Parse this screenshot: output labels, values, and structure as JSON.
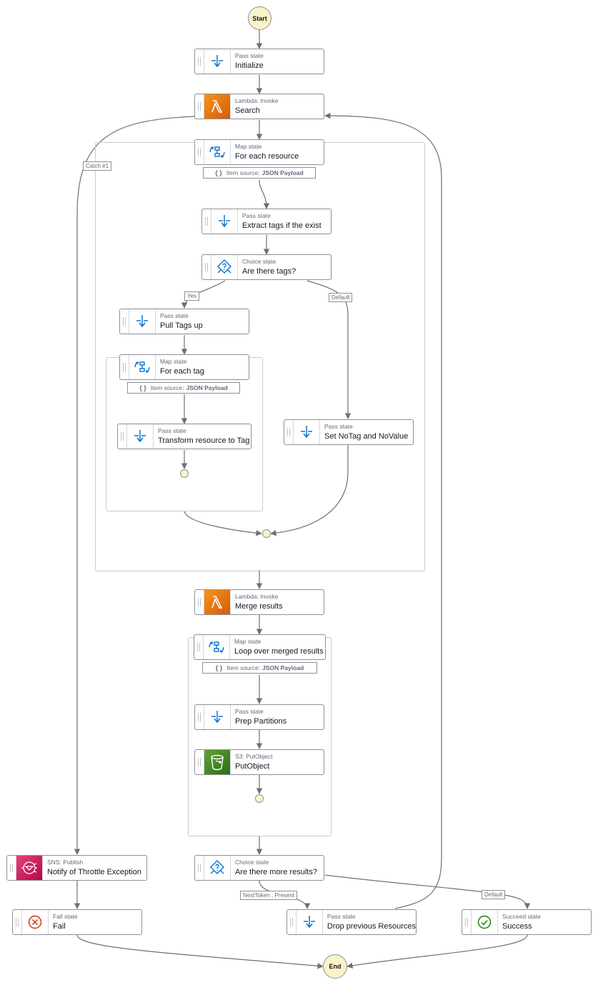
{
  "start_label": "Start",
  "end_label": "End",
  "states": {
    "initialize": {
      "type": "Pass state",
      "name": "Initialize"
    },
    "search": {
      "type": "Lambda: Invoke",
      "name": "Search"
    },
    "for_each_resource": {
      "type": "Map state",
      "name": "For each resource"
    },
    "extract_tags": {
      "type": "Pass state",
      "name": "Extract tags if the exist"
    },
    "are_there_tags": {
      "type": "Choice state",
      "name": "Are there tags?"
    },
    "pull_tags_up": {
      "type": "Pass state",
      "name": "Pull Tags up"
    },
    "for_each_tag": {
      "type": "Map state",
      "name": "For each tag"
    },
    "transform_resource": {
      "type": "Pass state",
      "name": "Transform resource to Tag"
    },
    "set_notag": {
      "type": "Pass state",
      "name": "Set NoTag and NoValue"
    },
    "merge_results": {
      "type": "Lambda: Invoke",
      "name": "Merge results"
    },
    "loop_merged": {
      "type": "Map state",
      "name": "Loop over merged results"
    },
    "prep_partitions": {
      "type": "Pass state",
      "name": "Prep Partitions"
    },
    "put_object": {
      "type": "S3: PutObject",
      "name": "PutObject"
    },
    "more_results": {
      "type": "Choice state",
      "name": "Are there more results?"
    },
    "notify_throttle": {
      "type": "SNS: Publish",
      "name": "Notify of Throttle Exception"
    },
    "fail": {
      "type": "Fail state",
      "name": "Fail"
    },
    "drop_previous": {
      "type": "Pass state",
      "name": "Drop previous Resources"
    },
    "success": {
      "type": "Succeed state",
      "name": "Success"
    }
  },
  "item_source": {
    "prefix": "Item source:",
    "value": "JSON Payload"
  },
  "edge_labels": {
    "catch": "Catch #1",
    "yes": "Yes",
    "default_tags": "Default",
    "next_token": "NextToken : Present",
    "default_results": "Default"
  },
  "colors": {
    "edge": "#6b7075",
    "node_border": "#8d9096",
    "terminal_fill": "#fbf3c7",
    "pass_icon": "#0972d3",
    "lambda": "#e8720c",
    "sns": "#d6185f",
    "s3": "#3f8624",
    "fail": "#d13212",
    "succeed": "#1d8102"
  },
  "icons": {
    "pass": "pass-state-icon",
    "lambda": "lambda-icon",
    "map": "map-state-icon",
    "choice": "choice-state-icon",
    "sns": "sns-icon",
    "s3": "s3-bucket-icon",
    "fail": "fail-icon",
    "succeed": "succeed-icon"
  }
}
